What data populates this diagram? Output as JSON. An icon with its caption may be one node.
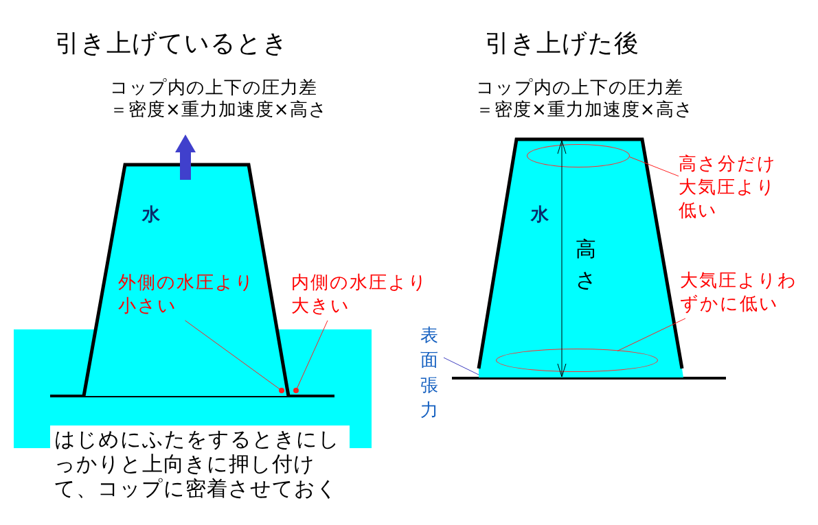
{
  "diagram": {
    "nodes": [
      {
        "text": [
          "水"
        ]
      },
      {
        "text": [
          "外側の水圧より小さい"
        ],
        "in": 0
      },
      {
        "text": [],
        "shape": "circle",
        "in": 0
      },
      {
        "text": [
          "内側の水圧より大きい"
        ]
      },
      {
        "text": [],
        "shape": "circle"
      },
      {
        "text": [
          "水",
          "高さ"
        ]
      },
      {
        "text": [
          "高さ分だけ大気圧より低い"
        ]
      },
      {
        "text": [],
        "shape": "ellipse",
        "in": 5
      },
      {
        "text": [
          "大気圧よりわずかに低い"
        ]
      },
      {
        "text": [],
        "shape": "ellipse",
        "in": 5
      },
      {
        "text": [
          "表面張力"
        ]
      }
    ],
    "edges": [
      {
        "from": 1,
        "to": 2,
        "arrow": "none"
      },
      {
        "from": 3,
        "to": 4,
        "arrow": "none"
      },
      {
        "from": 6,
        "to": 7,
        "arrow": "none"
      },
      {
        "from": 8,
        "to": 9,
        "arrow": "none"
      },
      {
        "from": 10,
        "to": 5,
        "arrow": "none",
        "color": "#4040c0"
      }
    ],
    "labels": [
      "引き上げているとき",
      "引き上げた後",
      "コップ内の上下の圧力差",
      "＝密度×重力加速度×高さ",
      "コップ内の上下の圧力差",
      "＝密度×重力加速度×高さ",
      "はじめにふたをするときにしっかりと上向きに押し付けて、コップに密着させておく"
    ]
  }
}
